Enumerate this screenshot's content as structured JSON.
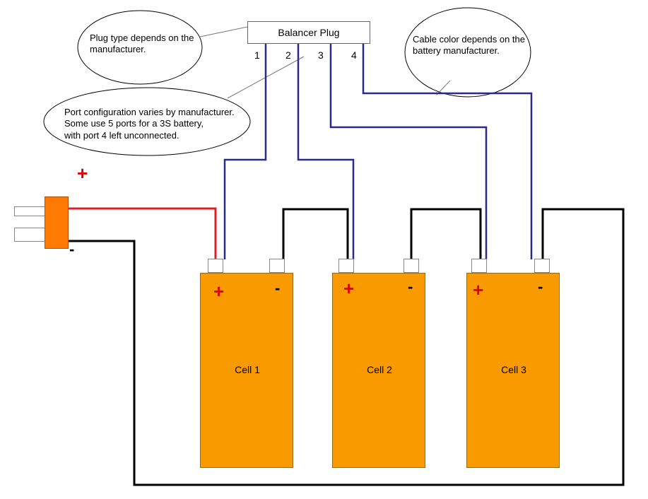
{
  "balancer_plug": {
    "label": "Balancer Plug",
    "ports": [
      "1",
      "2",
      "3",
      "4"
    ]
  },
  "callouts": {
    "plug_type": [
      "Plug type depends on the",
      "manufacturer."
    ],
    "cable_color": [
      "Cable color depends on the",
      "battery manufacturer."
    ],
    "port_config": [
      "Port configuration varies by manufacturer.",
      "Some use 5 ports for a 3S battery,",
      "with port 4 left unconnected."
    ]
  },
  "cells": [
    {
      "label": "Cell 1",
      "plus": "+",
      "minus": "-"
    },
    {
      "label": "Cell 2",
      "plus": "+",
      "minus": "-"
    },
    {
      "label": "Cell 3",
      "plus": "+",
      "minus": "-"
    }
  ],
  "main_connector": {
    "plus": "+",
    "minus": "-"
  },
  "colors": {
    "balance_wire": "#2a2a8a",
    "positive_wire": "#e02020",
    "negative_wire": "#000000",
    "cell_fill": "#f99a00",
    "connector_fill": "#ff7a00"
  }
}
